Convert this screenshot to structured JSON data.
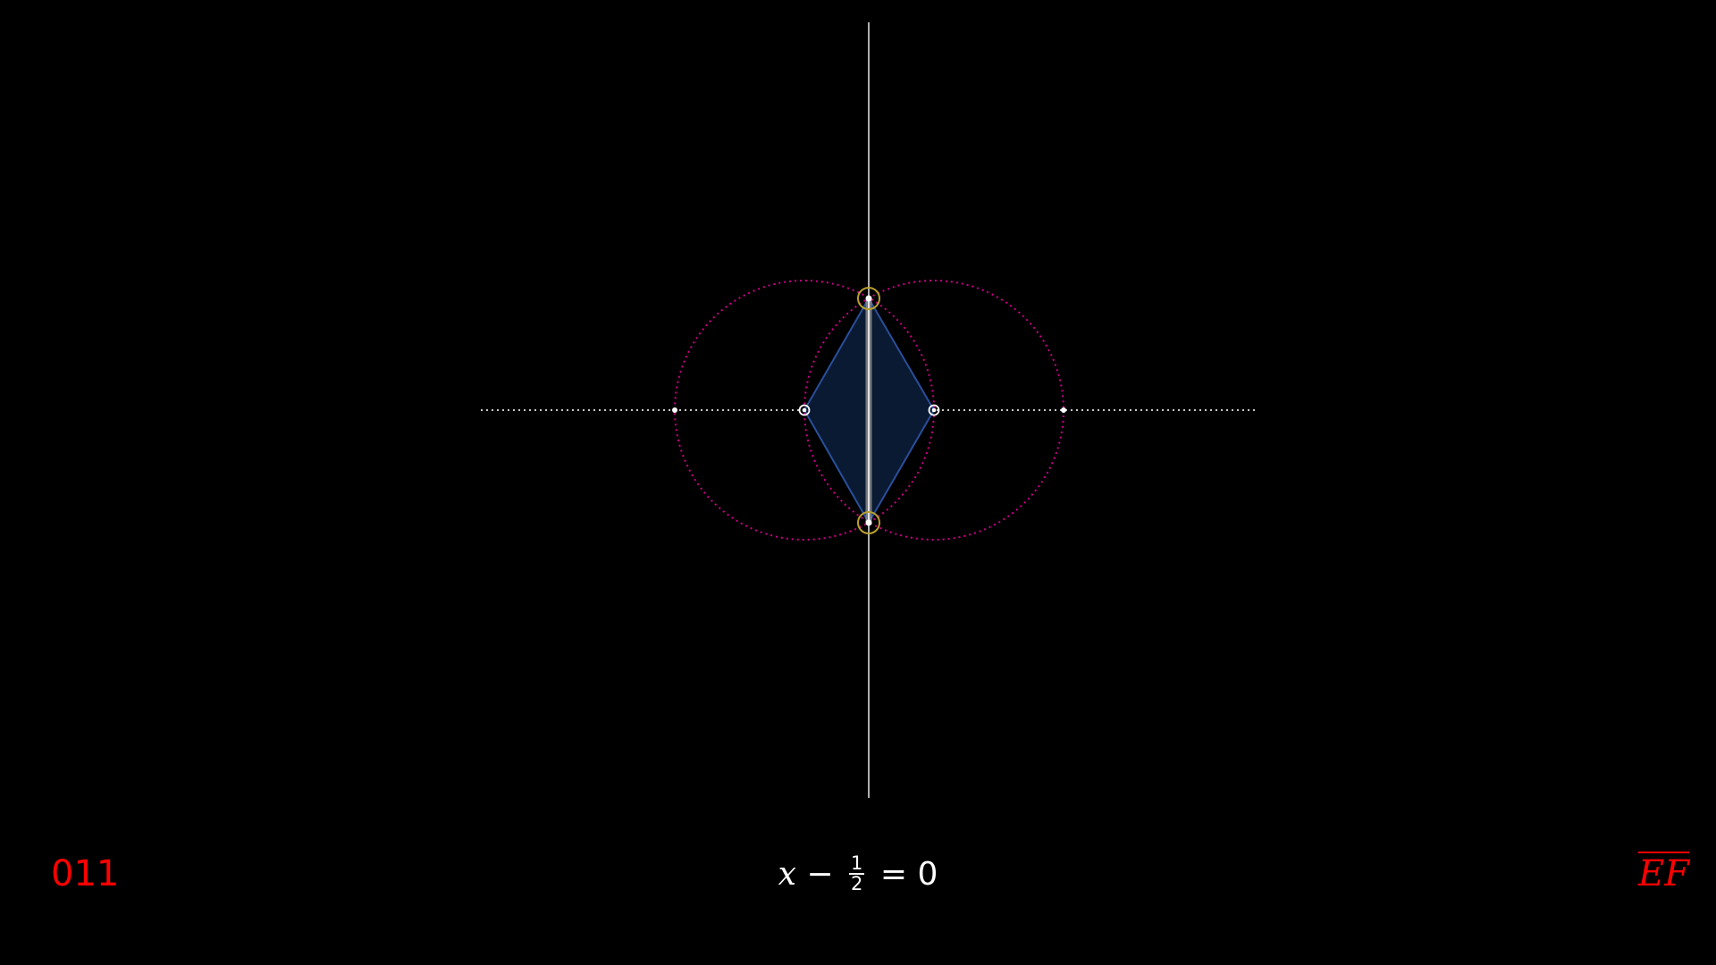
{
  "frame": {
    "number": "011"
  },
  "equation": {
    "variable": "x",
    "minus": "−",
    "numerator": "1",
    "denominator": "2",
    "equals": "=",
    "rhs": "0"
  },
  "segment": {
    "label": "EF"
  },
  "colors": {
    "background": "#000000",
    "accent_red": "#ff0000",
    "circle_magenta": "#cc0088",
    "rhombus_fill": "#0b1a33",
    "rhombus_stroke": "#2a4f9a",
    "axis_gray": "#c8c8c8",
    "intersection_ring": "#b8a030",
    "text_white": "#ffffff"
  },
  "icons": {
    "point": "dot-marker",
    "intersection": "ring-marker"
  }
}
